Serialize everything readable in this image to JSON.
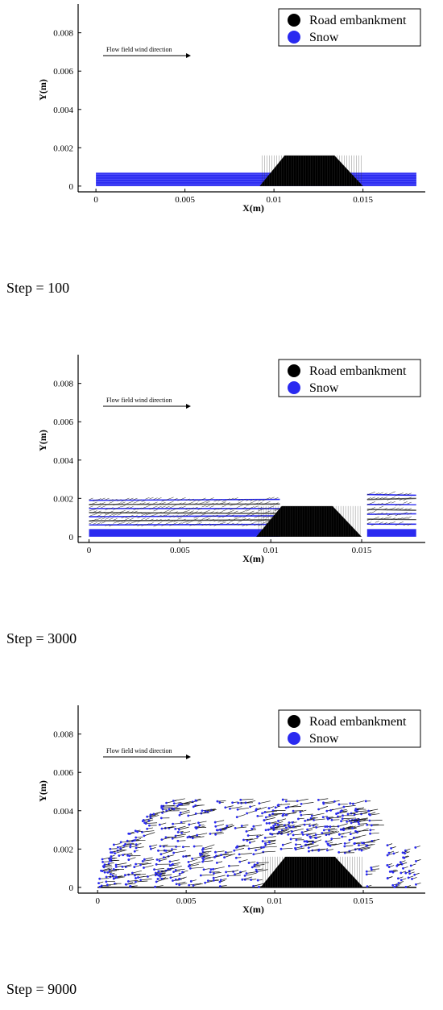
{
  "chart_data": [
    {
      "type": "scatter",
      "caption": "Step = 100",
      "xlabel": "X(m)",
      "ylabel": "Y(m)",
      "xlim": [
        -0.001,
        0.0185
      ],
      "ylim": [
        -0.0003,
        0.0095
      ],
      "x_ticks": [
        {
          "value": 0,
          "label": "0"
        },
        {
          "value": 0.005,
          "label": "0.005"
        },
        {
          "value": 0.01,
          "label": "0.01"
        },
        {
          "value": 0.015,
          "label": "0.015"
        }
      ],
      "y_ticks": [
        {
          "value": 0,
          "label": "0"
        },
        {
          "value": 0.002,
          "label": "0.002"
        },
        {
          "value": 0.004,
          "label": "0.004"
        },
        {
          "value": 0.006,
          "label": "0.006"
        },
        {
          "value": 0.008,
          "label": "0.008"
        }
      ],
      "legend": [
        {
          "name": "Road embankment",
          "color": "#000000"
        },
        {
          "name": "Snow",
          "color": "#2a2af0"
        }
      ],
      "legend_position": "top-right",
      "annotation": "Flow field wind direction",
      "embankment": {
        "bottom_left": 0.0092,
        "top_left": 0.0106,
        "top_right": 0.0134,
        "bottom_right": 0.015,
        "height": 0.0016
      },
      "snow_layer": {
        "x_start": 0,
        "x_end": 0.018,
        "thickness": 0.0007
      },
      "arrows": false
    },
    {
      "type": "scatter",
      "caption": "Step = 3000",
      "xlabel": "X(m)",
      "ylabel": "Y(m)",
      "xlim": [
        -0.0006,
        0.0185
      ],
      "ylim": [
        -0.0003,
        0.0095
      ],
      "x_ticks": [
        {
          "value": 0,
          "label": "0"
        },
        {
          "value": 0.005,
          "label": "0.005"
        },
        {
          "value": 0.01,
          "label": "0.01"
        },
        {
          "value": 0.015,
          "label": "0.015"
        }
      ],
      "y_ticks": [
        {
          "value": 0,
          "label": "0"
        },
        {
          "value": 0.002,
          "label": "0.002"
        },
        {
          "value": 0.004,
          "label": "0.004"
        },
        {
          "value": 0.006,
          "label": "0.006"
        },
        {
          "value": 0.008,
          "label": "0.008"
        }
      ],
      "legend": [
        {
          "name": "Road embankment",
          "color": "#000000"
        },
        {
          "name": "Snow",
          "color": "#2a2af0"
        }
      ],
      "legend_position": "top-right",
      "annotation": "Flow field wind direction",
      "embankment": {
        "bottom_left": 0.0092,
        "top_left": 0.0106,
        "top_right": 0.0134,
        "bottom_right": 0.015,
        "height": 0.0016
      },
      "snow_regions": [
        {
          "x_start": 0,
          "x_end": 0.0105,
          "top": 0.0019
        },
        {
          "x_start": 0.0153,
          "x_end": 0.018,
          "top": 0.0022
        }
      ],
      "arrows": true
    },
    {
      "type": "scatter",
      "caption": "Step = 9000",
      "xlabel": "X(m)",
      "ylabel": "Y(m)",
      "xlim": [
        -0.0011,
        0.0185
      ],
      "ylim": [
        -0.0003,
        0.0095
      ],
      "x_ticks": [
        {
          "value": 0,
          "label": "0"
        },
        {
          "value": 0.005,
          "label": "0.005"
        },
        {
          "value": 0.01,
          "label": "0.01"
        },
        {
          "value": 0.015,
          "label": "0.015"
        }
      ],
      "y_ticks": [
        {
          "value": 0,
          "label": "0"
        },
        {
          "value": 0.002,
          "label": "0.002"
        },
        {
          "value": 0.004,
          "label": "0.004"
        },
        {
          "value": 0.006,
          "label": "0.006"
        },
        {
          "value": 0.008,
          "label": "0.008"
        }
      ],
      "legend": [
        {
          "name": "Road embankment",
          "color": "#000000"
        },
        {
          "name": "Snow",
          "color": "#2a2af0"
        }
      ],
      "legend_position": "top-right",
      "annotation": "Flow field wind direction",
      "embankment": {
        "bottom_left": 0.0092,
        "top_left": 0.0106,
        "top_right": 0.0134,
        "bottom_right": 0.015,
        "height": 0.0016
      },
      "ground_line": {
        "x_start": 0,
        "x_end": 0.018
      },
      "snow_cloud": {
        "x_start": 0,
        "x_end": 0.0155,
        "max_height": 0.0046
      },
      "arrows": true
    }
  ]
}
